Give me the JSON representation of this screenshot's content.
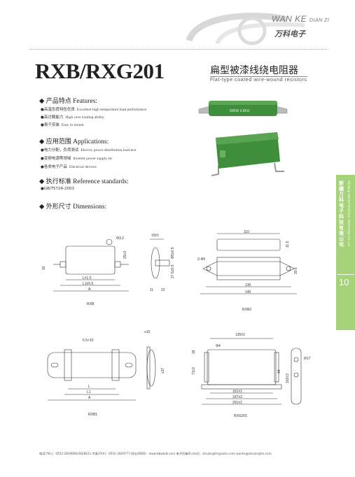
{
  "brand": {
    "en_main": "WAN KE",
    "en_small": "DIAN ZI",
    "cn": "万科电子"
  },
  "product": {
    "model": "RXB/RXG201",
    "title_cn": "扁型被漆线绕电阻器",
    "title_en": "Flat-type coated wire-wound resistors",
    "label_on_resistor": "500W 3.5KΩ"
  },
  "features": {
    "heading_cn": "产品特点",
    "heading_en": "Features:",
    "items": [
      {
        "cn": "高温负荷特性优良",
        "en": "Excellent high temperature load performance"
      },
      {
        "cn": "高过载能力",
        "en": "High over loading ability"
      },
      {
        "cn": "易于安装",
        "en": "Easy to mount"
      }
    ]
  },
  "applications": {
    "heading_cn": "应用范围",
    "heading_en": "Applications:",
    "items": [
      {
        "cn": "电力分配，负荷测试",
        "en": "Electric power distribution,load test"
      },
      {
        "cn": "变频电源等领域",
        "en": "Inverter power supply etc"
      },
      {
        "cn": "各类电子产品",
        "en": "Electrical devices"
      }
    ]
  },
  "standards": {
    "heading_cn": "执行标准",
    "heading_en": "Reference standards:",
    "items": [
      {
        "cn": "GB/T5729-2003",
        "en": ""
      }
    ]
  },
  "dimensions": {
    "heading_cn": "外形尺寸",
    "heading_en": "Dimensions:",
    "rxb": {
      "caption": "RXB",
      "labels": [
        "Φ3.2",
        "L±1.5",
        "L1±0.5",
        "A",
        "10±1",
        "25±3",
        "Φ5±0.5",
        "11",
        "12",
        "27.5±0.5",
        "16"
      ]
    },
    "rxb2": {
      "caption": "RXB2",
      "labels": [
        "110",
        "2-Φ5",
        "130",
        "140",
        "11.5",
        "30.6"
      ]
    },
    "rxb1": {
      "caption": "RXB1",
      "labels": [
        "5.5×10",
        "L",
        "L1",
        "A",
        "≤10",
        "≤37"
      ]
    },
    "rxg201": {
      "caption": "RXG201",
      "labels": [
        "135±1",
        "Φ4",
        "18",
        "71±2",
        "151±1",
        "167±2",
        "201±2",
        "44",
        "102±3",
        "Φ17"
      ]
    }
  },
  "side_band": {
    "company_cn": "新疆万科电子科技有限公司",
    "company_en": "XinJiang WanKe Electronic Technology Co.,Ltd",
    "page_number": "10"
  },
  "footer": {
    "text": "电话(TEL)：0552-2829666/2828611    传真(FAX)：0552-2829777    网址(WEB)：www.bbwkdz.com    电子信箱(E-mail)：ahxiangtm@sohu.com  wanke@ahxiangtm.com"
  },
  "colors": {
    "resistor_green": "#3f8e3c",
    "band_green": "#a6d27a"
  }
}
